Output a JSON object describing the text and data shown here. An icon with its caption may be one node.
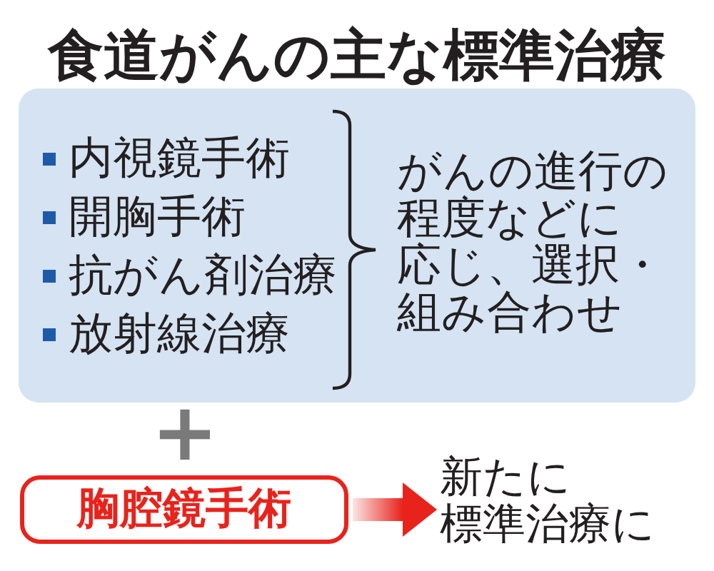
{
  "diagram": {
    "title": "食道がんの主な標準治療",
    "nodes": [
      {
        "text": [
          "内視鏡手術",
          "開胸手術",
          "抗がん剤治療",
          "放射線治療",
          "がんの進行の程度などに応じ、選択・組み合わせ"
        ]
      },
      {
        "text": [
          "胸腔鏡手術"
        ]
      },
      {
        "text": [
          "新たに標準治療に"
        ]
      }
    ],
    "edges": [
      {
        "from": 1,
        "to": 2,
        "arrow": "to",
        "style": "thick",
        "color": "#e8231c"
      }
    ],
    "labels": [
      "+"
    ]
  }
}
